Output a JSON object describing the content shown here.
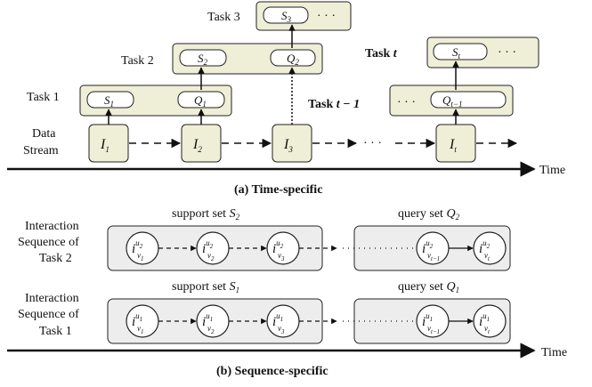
{
  "time_specific": {
    "task_labels": {
      "task3": "Task 3",
      "task2": "Task 2",
      "task1": "Task 1",
      "task_t_prefix": "Task",
      "task_t_var": "t",
      "task_t1_prefix": "Task",
      "task_t1_var": "t − 1"
    },
    "data_stream_line1": "Data",
    "data_stream_line2": "Stream",
    "dots": "· · ·",
    "ellipsis": "· · ·",
    "axis_label": "Time",
    "caption": "(a) Time-specific",
    "data_nodes": [
      {
        "base": "I",
        "sub": "1"
      },
      {
        "base": "I",
        "sub": "2"
      },
      {
        "base": "I",
        "sub": "3"
      },
      {
        "base": "I",
        "sub": "t"
      }
    ],
    "task_pills": {
      "s1": {
        "base": "S",
        "sub": "1"
      },
      "q1": {
        "base": "Q",
        "sub": "1"
      },
      "s2": {
        "base": "S",
        "sub": "2"
      },
      "q2": {
        "base": "Q",
        "sub": "2"
      },
      "s3": {
        "base": "S",
        "sub": "3"
      },
      "qt1": {
        "base": "Q",
        "sub": "t−1"
      },
      "st": {
        "base": "S",
        "sub": "t"
      }
    },
    "colors": {
      "node_fill": "#eeefd6",
      "pill_fill": "#ffffff",
      "stroke": "#222222"
    }
  },
  "sequence_specific": {
    "row2": {
      "label_lines": [
        "Interaction",
        "Sequence of",
        "Task 2"
      ],
      "support_title": "support set",
      "support_set": {
        "base": "S",
        "sub": "2"
      },
      "query_title": "query set",
      "query_set": {
        "base": "Q",
        "sub": "2"
      },
      "user": "u",
      "user_sub": "2",
      "items": [
        "1",
        "2",
        "3",
        "t−1",
        "t"
      ]
    },
    "row1": {
      "label_lines": [
        "Interaction",
        "Sequence of",
        "Task 1"
      ],
      "support_title": "support set",
      "support_set": {
        "base": "S",
        "sub": "1"
      },
      "query_title": "query set",
      "query_set": {
        "base": "Q",
        "sub": "1"
      },
      "user": "u",
      "user_sub": "1",
      "items": [
        "1",
        "2",
        "3",
        "t−1",
        "t"
      ]
    },
    "item_base": "i",
    "item_var": "v",
    "axis_label": "Time",
    "caption": "(b) Sequence-specific",
    "colors": {
      "box_fill": "#ededed",
      "circle_fill": "#ffffff"
    }
  }
}
